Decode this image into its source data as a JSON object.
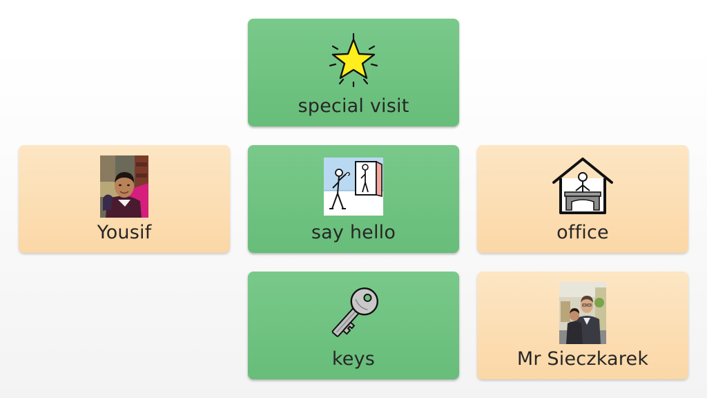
{
  "board": {
    "cells": {
      "special_visit": {
        "label": "special visit",
        "icon": "star-icon",
        "color": "#6cc07e"
      },
      "yousif": {
        "label": "Yousif",
        "icon": "child-photo",
        "color": "#fcdcb0"
      },
      "say_hello": {
        "label": "say hello",
        "icon": "say-hello-icon",
        "color": "#6cc07e"
      },
      "office": {
        "label": "office",
        "icon": "office-icon",
        "color": "#fcdcb0"
      },
      "keys": {
        "label": "keys",
        "icon": "key-icon",
        "color": "#6cc07e"
      },
      "mr_sieczkarek": {
        "label": "Mr Sieczkarek",
        "icon": "teacher-photo",
        "color": "#fcdcb0"
      }
    }
  }
}
